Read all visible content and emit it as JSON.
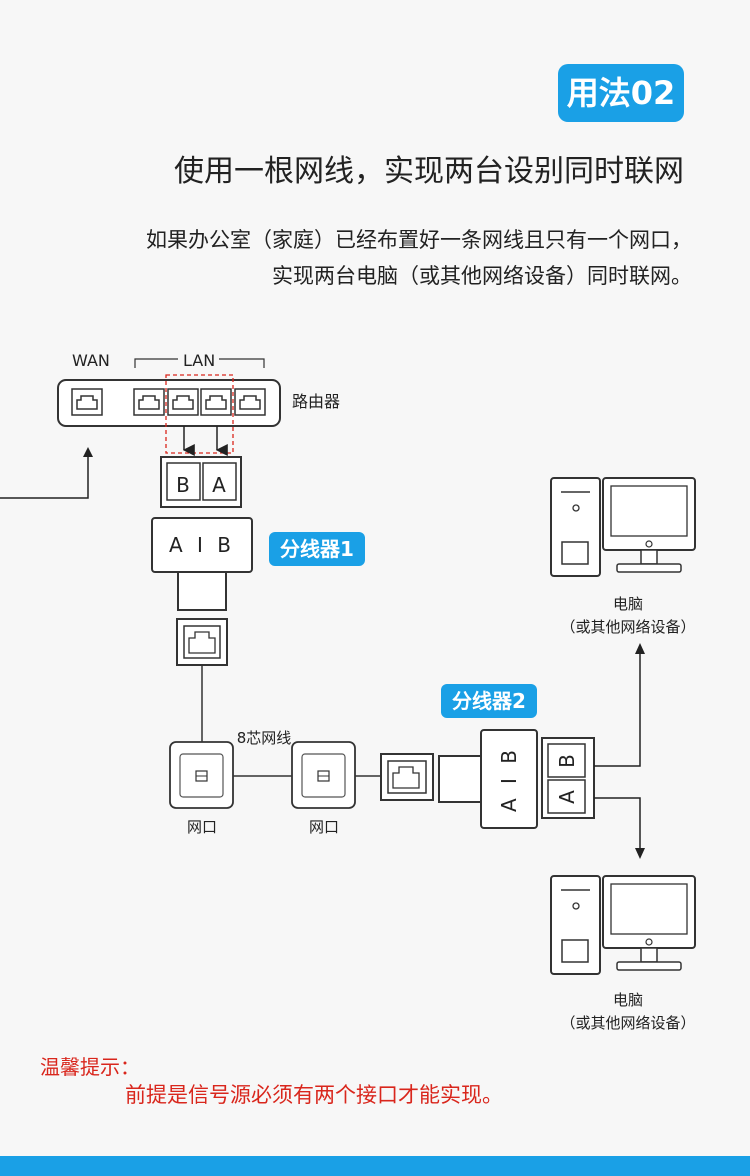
{
  "header": {
    "badge": "用法02",
    "subtitle": "使用一根网线，实现两台设别同时联网",
    "desc_line1": "如果办公室（家庭）已经布置好一条网线且只有一个网口，",
    "desc_line2": "实现两台电脑（或其他网络设备）同时联网。"
  },
  "diagram": {
    "wan": "WAN",
    "lan": "LAN",
    "router": "路由器",
    "splitter1_ports": [
      "B",
      "A"
    ],
    "splitter1_face": "A I B",
    "splitter1_tag": "分线器1",
    "splitter2_tag": "分线器2",
    "splitter2_face": "A I B",
    "splitter2_ports": [
      "B",
      "A"
    ],
    "cable": "8芯网线",
    "outlet1": "网口",
    "outlet2": "网口",
    "pc1_name": "电脑",
    "pc1_sub": "（或其他网络设备）",
    "pc2_name": "电脑",
    "pc2_sub": "（或其他网络设备）"
  },
  "tip": {
    "title": "温馨提示：",
    "body": "前提是信号源必须有两个接口才能实现。"
  },
  "colors": {
    "accent": "#1aa0e6",
    "warning": "#d9261c"
  }
}
